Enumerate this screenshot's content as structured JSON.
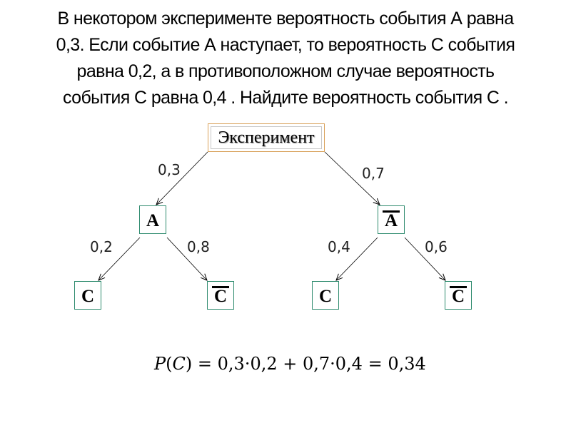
{
  "problem": {
    "lines": [
      "В некотором эксперименте вероятность события А равна",
      "0,3. Если событие А наступает, то вероятность С события",
      "равна 0,2, а в противоположном случае вероятность",
      "события С равна 0,4 . Найдите вероятность события С ."
    ]
  },
  "tree": {
    "root": {
      "label": "Эксперимент",
      "border_color": "#d9a15a"
    },
    "level1": [
      {
        "label": "A",
        "overline": false,
        "edge_prob": "0,3"
      },
      {
        "label": "A",
        "overline": true,
        "edge_prob": "0,7"
      }
    ],
    "level2": [
      {
        "parent": "A",
        "label": "C",
        "overline": false,
        "edge_prob": "0,2"
      },
      {
        "parent": "A",
        "label": "C",
        "overline": true,
        "edge_prob": "0,8"
      },
      {
        "parent": "not-A",
        "label": "C",
        "overline": false,
        "edge_prob": "0,4"
      },
      {
        "parent": "not-A",
        "label": "C",
        "overline": true,
        "edge_prob": "0,6"
      }
    ],
    "node_border_color": "#2e8b6e"
  },
  "formula": {
    "lhs_p": "P",
    "lhs_open": "(",
    "lhs_var": "C",
    "lhs_close": ")",
    "rhs": " = 0,3·0,2 + 0,7·0,4 = 0,34"
  }
}
